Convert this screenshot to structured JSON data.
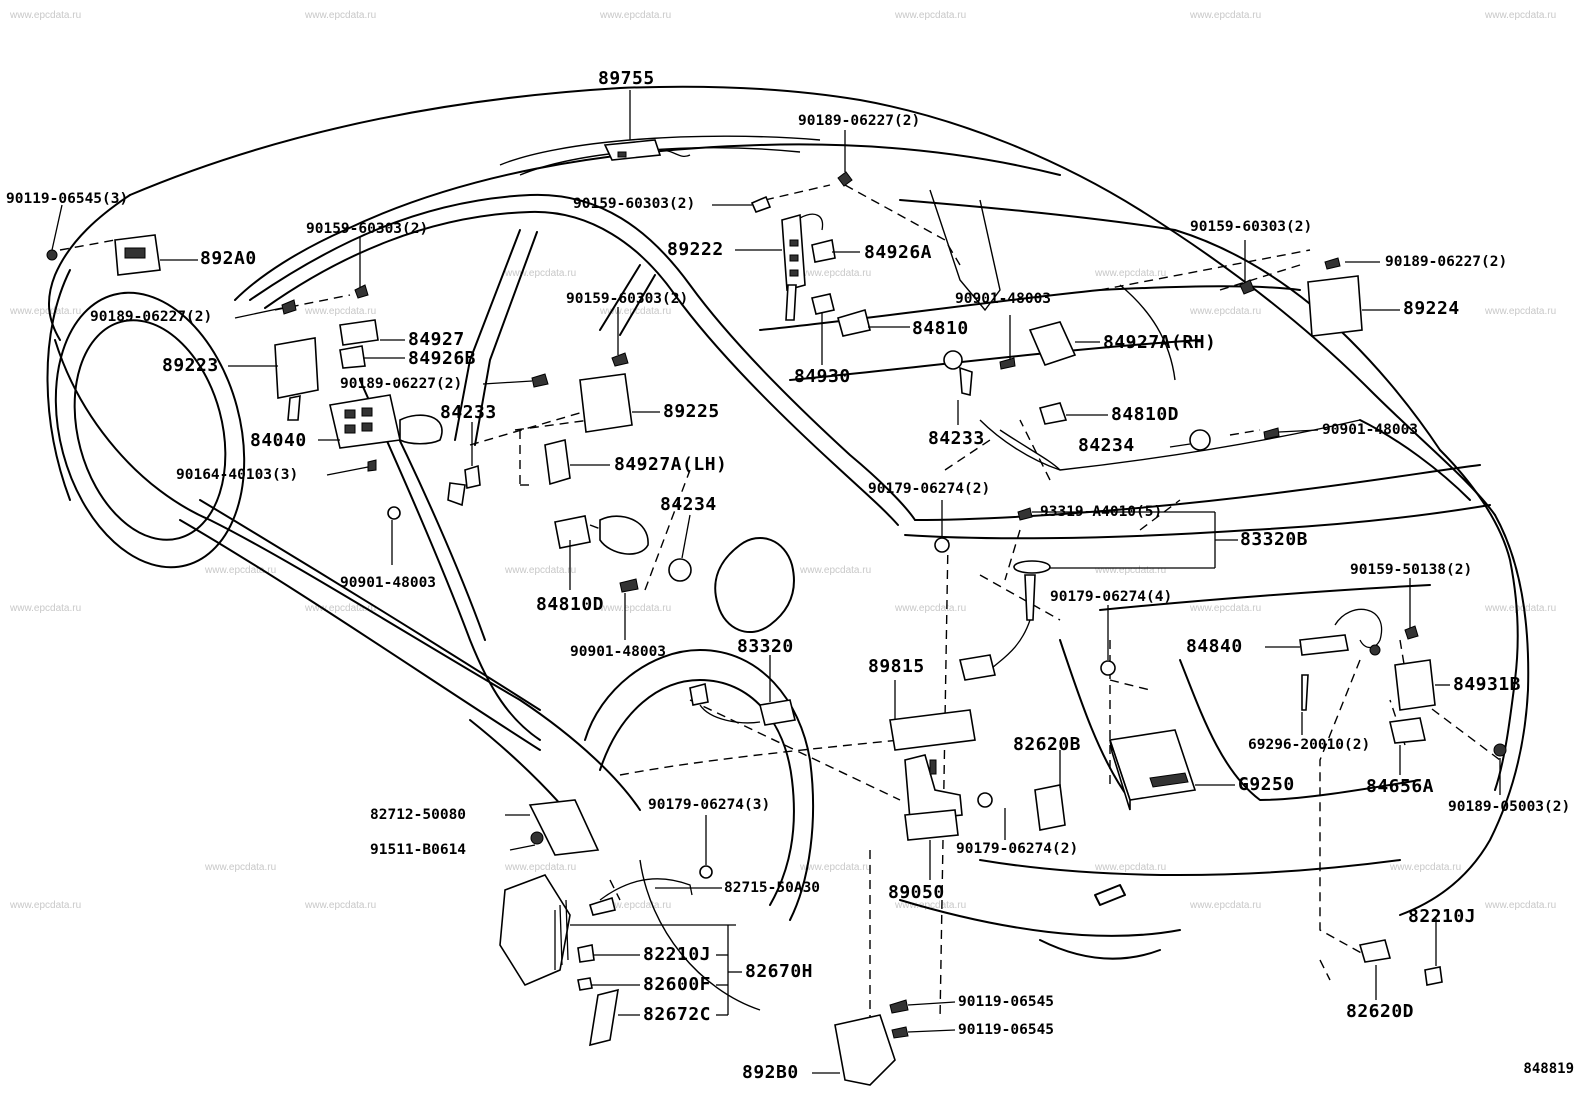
{
  "watermark_text": "www.epcdata.ru",
  "diagram_id": "848819",
  "labels": {
    "p89755": "89755",
    "p90189_06227_top": "90189-06227(2)",
    "p90119_06545_3": "90119-06545(3)",
    "p90159_60303_a": "90159-60303(2)",
    "p892A0": "892A0",
    "p90159_60303_b": "90159-60303(2)",
    "p90189_06227_b": "90189-06227(2)",
    "p84927": "84927",
    "p84926B": "84926B",
    "p89223": "89223",
    "p90189_06227_c": "90189-06227(2)",
    "p84040": "84040",
    "p84233_l": "84233",
    "p90164_40103": "90164-40103(3)",
    "p90901_48003_l": "90901-48003",
    "p90159_60303_c": "90159-60303(2)",
    "p89225": "89225",
    "p84927A_LH": "84927A(LH)",
    "p84234_l": "84234",
    "p84810D_l": "84810D",
    "p90901_48003_m": "90901-48003",
    "p89222": "89222",
    "p84926A": "84926A",
    "p84810": "84810",
    "p84930": "84930",
    "p90901_48003_c": "90901-48003",
    "p84233_r": "84233",
    "p90159_60303_d": "90159-60303(2)",
    "p90189_06227_r": "90189-06227(2)",
    "p89224": "89224",
    "p84927A_RH": "84927A(RH)",
    "p84810D_r": "84810D",
    "p84234_r": "84234",
    "p90901_48003_r": "90901-48003",
    "p90179_06274_2a": "90179-06274(2)",
    "p93319": "93319-A4010(5)",
    "p83320B": "83320B",
    "p90179_06274_4": "90179-06274(4)",
    "p90159_50138": "90159-50138(2)",
    "p84840": "84840",
    "p84931B": "84931B",
    "p69296": "69296-20010(2)",
    "p84656A": "84656A",
    "p90189_05003": "90189-05003(2)",
    "p83320": "83320",
    "p89815": "89815",
    "p82620B": "82620B",
    "pG9250": "G9250",
    "p90179_06274_2b": "90179-06274(2)",
    "p89050": "89050",
    "p82712": "82712-50080",
    "p91511": "91511-B0614",
    "p90179_06274_3": "90179-06274(3)",
    "p82715": "82715-50A30",
    "p82210J_l": "82210J",
    "p82600F": "82600F",
    "p82672C": "82672C",
    "p82670H": "82670H",
    "p90119_06545_a": "90119-06545",
    "p90119_06545_b": "90119-06545",
    "p892B0": "892B0",
    "p82210J_r": "82210J",
    "p82620D": "82620D"
  }
}
